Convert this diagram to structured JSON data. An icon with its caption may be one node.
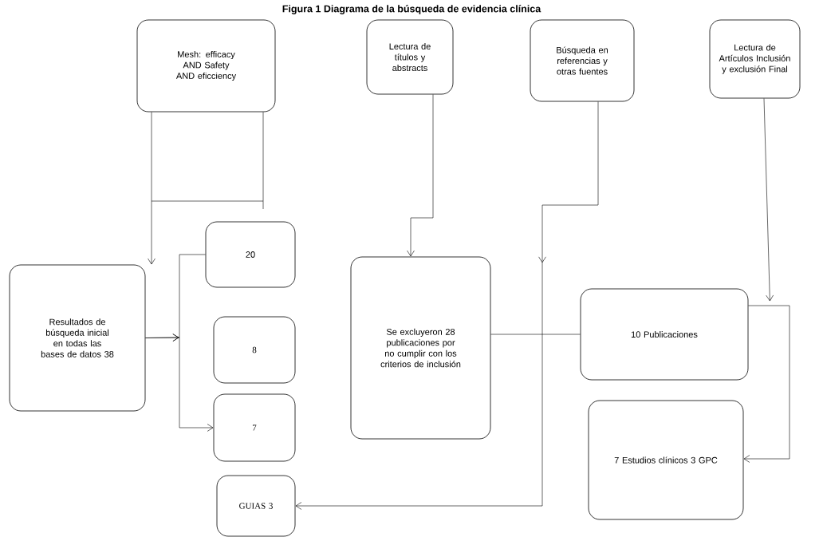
{
  "diagram": {
    "title": "Figura 1 Diagrama de la búsqueda de evidencia clínica",
    "nodes": [
      {
        "text": [
          "Mesh: efficacy AND Safety AND eficciency"
        ]
      },
      {
        "text": [
          "Lectura de títulos y abstracts"
        ]
      },
      {
        "text": [
          "Búsqueda en referencias y otras fuentes"
        ]
      },
      {
        "text": [
          "Lectura de Artículos Inclusión y exclusión Final"
        ]
      },
      {
        "text": [
          "Resultados de búsqueda inicial en todas las bases de datos 38"
        ]
      },
      {
        "text": [
          "20"
        ]
      },
      {
        "text": [
          "8"
        ]
      },
      {
        "text": [
          "7"
        ]
      },
      {
        "text": [
          "GUIAS 3"
        ]
      },
      {
        "text": [
          "Se excluyeron 28 publicaciones por no cumplir con los criterios de inclusión"
        ]
      },
      {
        "text": [
          "10 Publicaciones"
        ]
      },
      {
        "text": [
          "7 Estudios clínicos 3 GPC"
        ]
      }
    ],
    "edges": [
      {
        "from": 0,
        "to": 4,
        "arrow": "to"
      },
      {
        "from": 4,
        "to": 5,
        "arrow": "to"
      },
      {
        "from": 4,
        "to": 7,
        "arrow": "to"
      },
      {
        "from": 1,
        "to": 9,
        "arrow": "to"
      },
      {
        "from": 2,
        "to": 8,
        "arrow": "to"
      },
      {
        "from": 9,
        "to": 10,
        "arrow": "none"
      },
      {
        "from": 3,
        "to": 10,
        "arrow": "to"
      },
      {
        "from": 10,
        "to": 11,
        "arrow": "to"
      }
    ]
  }
}
